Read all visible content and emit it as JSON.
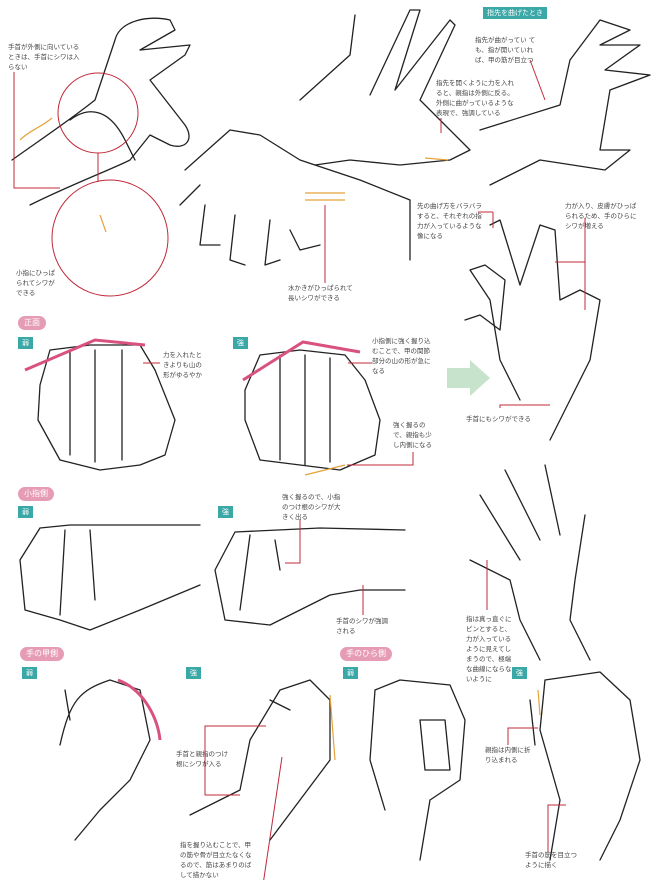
{
  "colors": {
    "teal": "#3aa8a6",
    "pink": "#e59cb4",
    "leader": "#c0283a",
    "arrow_green": "#c7e3cc"
  },
  "top": {
    "wrist_out_note": "手首が外側に向いている\nときは、手首にシワは入\nらない",
    "pinky_pull_note": "小指にひっぱ\nられてシワが\nできる",
    "webbing_note": "水かきがひっぱられて\n長いシワができる",
    "bent_tag": "指先を曲げたとき",
    "tendon_note": "指先が曲がってい て\nも、指が開いていれ\nば、甲の筋が目立つ",
    "thumb_note": "指先を開くように力を入れ\nると、親指は外側に反る。\n外側に曲がっているような\n表現で、強調している",
    "varied_note": "先の曲げ方をバラバラ\nすると、それぞれの指\n力が入っているような\n像になる",
    "palm_note": "力が入り、皮膚がひっぱ\nられるため、手のひらに\nシワが増える",
    "wrist_wrinkle_note": "手首にもシワができる"
  },
  "front": {
    "section": "正面",
    "weak_tag": "弱",
    "strong_tag": "強",
    "weak_note": "力を入れたと\nきよりも山の\n形がゆるやか",
    "strong_note": "小指側に強く握り込\nむことで、甲の関節\n部分の山の形が急に\nなる",
    "thumb_note": "強く握るの\nで、親指も少\nし内側になる"
  },
  "pinky_side": {
    "section": "小指側",
    "weak_tag": "弱",
    "strong_tag": "強",
    "base_note": "強く握るので、小指\nのつけ根のシワが大\nきく出る",
    "wrist_note": "手首のシワが強調\nされる",
    "straight_note": "指は真っ直ぐに\nピンとすると、\n力が入っている\nように見えてし\nまうので、極端\nな曲線にならな\nいように"
  },
  "back": {
    "section": "手の甲側",
    "weak_tag": "弱",
    "strong_tag": "強",
    "wrist_thumb_note": "手首と親指のつけ\n根にシワが入る",
    "tendon_note": "指を握り込むことで、甲\nの筋や骨が目立たなくな\nるので、筋はあまりのば\nして描かない"
  },
  "palm": {
    "section": "手のひら側",
    "weak_tag": "弱",
    "strong_tag": "強",
    "thumb_note": "親指は内側に折\nり込まれる",
    "wrist_note": "手首の筋を目立つ\nように描く"
  }
}
